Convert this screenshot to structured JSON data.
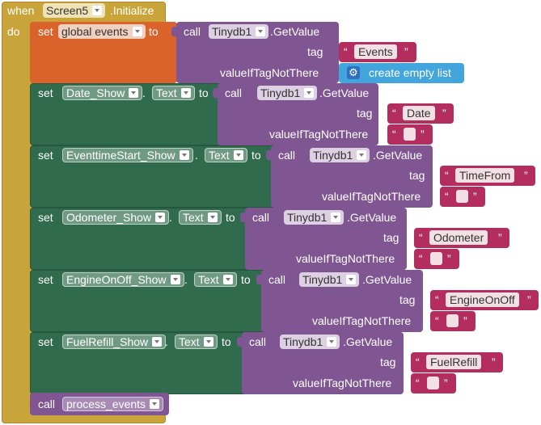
{
  "event": {
    "when_label": "when",
    "component": "Screen5",
    "event_name": ".Initialize",
    "do_label": "do"
  },
  "set_global": {
    "set_label": "set",
    "variable": "global events",
    "to_label": "to",
    "call_label": "call",
    "db": "Tinydb1",
    "method": ".GetValue",
    "tag_label": "tag",
    "tag_value": "Events",
    "vitn_label": "valueIfTagNotThere",
    "default_label": "create empty list"
  },
  "set_blocks": [
    {
      "set_label": "set",
      "component": "Date_Show",
      "dot": ".",
      "property": "Text",
      "to_label": "to",
      "call_label": "call",
      "db": "Tinydb1",
      "method": ".GetValue",
      "tag_label": "tag",
      "tag_value": "Date",
      "vitn_label": "valueIfTagNotThere"
    },
    {
      "set_label": "set",
      "component": "EventtimeStart_Show",
      "dot": ".",
      "property": "Text",
      "to_label": "to",
      "call_label": "call",
      "db": "Tinydb1",
      "method": ".GetValue",
      "tag_label": "tag",
      "tag_value": "TimeFrom",
      "vitn_label": "valueIfTagNotThere"
    },
    {
      "set_label": "set",
      "component": "Odometer_Show",
      "dot": ".",
      "property": "Text",
      "to_label": "to",
      "call_label": "call",
      "db": "Tinydb1",
      "method": ".GetValue",
      "tag_label": "tag",
      "tag_value": "Odometer",
      "vitn_label": "valueIfTagNotThere"
    },
    {
      "set_label": "set",
      "component": "EngineOnOff_Show",
      "dot": ".",
      "property": "Text",
      "to_label": "to",
      "call_label": "call",
      "db": "Tinydb1",
      "method": ".GetValue",
      "tag_label": "tag",
      "tag_value": "EngineOnOff",
      "vitn_label": "valueIfTagNotThere"
    },
    {
      "set_label": "set",
      "component": "FuelRefill_Show",
      "dot": ".",
      "property": "Text",
      "to_label": "to",
      "call_label": "call",
      "db": "Tinydb1",
      "method": ".GetValue",
      "tag_label": "tag",
      "tag_value": "FuelRefill",
      "vitn_label": "valueIfTagNotThere"
    }
  ],
  "call_proc": {
    "call_label": "call",
    "procedure": "process_events"
  },
  "quote_open": "“",
  "quote_close": "”",
  "colors": {
    "event": "#c8a43a",
    "variable": "#d9632a",
    "component_set": "#2f6b4c",
    "tinydb": "#7f5592",
    "text": "#b32d5e",
    "list": "#42a5dc",
    "procedure": "#7f5592"
  }
}
